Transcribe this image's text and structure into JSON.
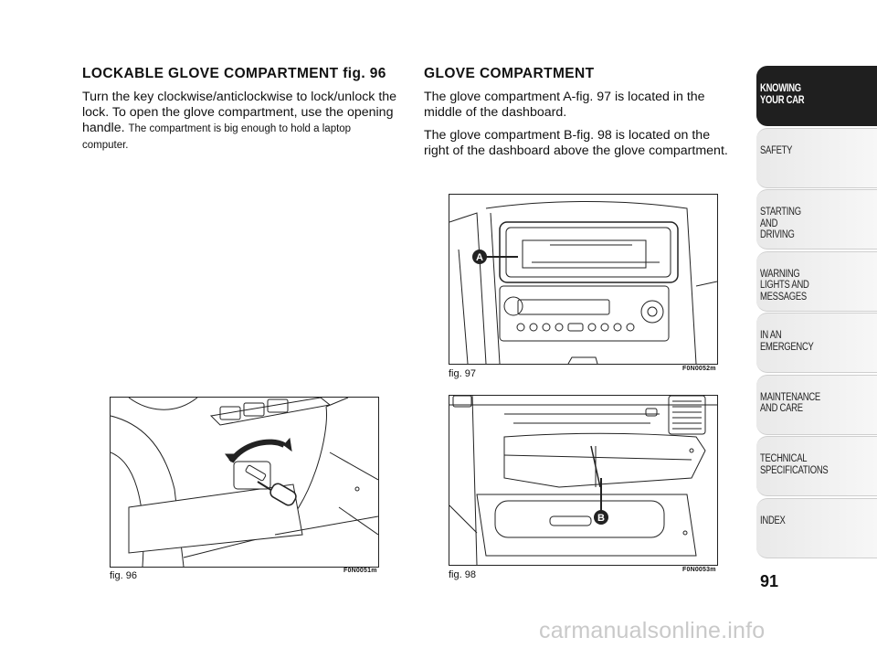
{
  "left": {
    "heading": "LOCKABLE GLOVE COMPARTMENT fig. 96",
    "body": "Turn the key clockwise/anticlockwise to lock/unlock the lock. To open the glove compartment, use the opening handle.",
    "body_small": "The compartment is big enough to hold a laptop computer."
  },
  "right": {
    "heading": "GLOVE COMPARTMENT",
    "p1": "The glove compartment A-fig. 97 is located in the middle of the dashboard.",
    "p2": "The glove compartment B-fig. 98 is located on the right of the dashboard above the glove compartment."
  },
  "figures": [
    {
      "label": "fig. 96",
      "code": "F0N0051m"
    },
    {
      "label": "fig. 97",
      "code": "F0N0052m",
      "callout": "A"
    },
    {
      "label": "fig. 98",
      "code": "F0N0053m",
      "callout": "B"
    }
  ],
  "tabs": [
    "KNOWING\nYOUR CAR",
    "SAFETY",
    "STARTING\nAND\nDRIVING",
    "WARNING\nLIGHTS AND\nMESSAGES",
    "IN AN\nEMERGENCY",
    "MAINTENANCE\nAND CARE",
    "TECHNICAL\nSPECIFICATIONS",
    "INDEX"
  ],
  "active_tab": 0,
  "page_number": "91",
  "watermark": "carmanualsonline.info"
}
